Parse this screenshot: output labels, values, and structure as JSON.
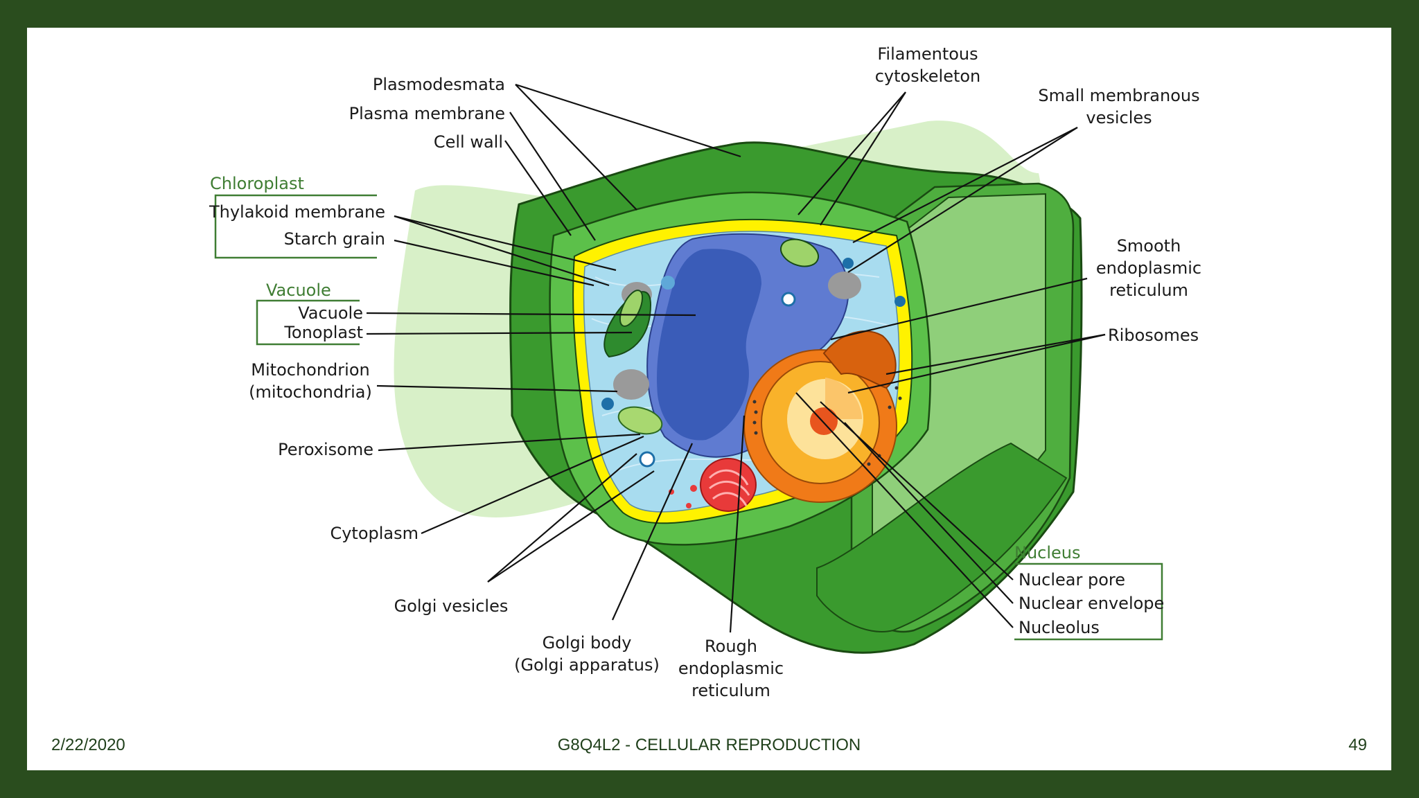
{
  "diagram": {
    "labels": {
      "plasmodesmata": "Plasmodesmata",
      "plasma_membrane": "Plasma membrane",
      "cell_wall": "Cell wall",
      "filamentous_1": "Filamentous",
      "filamentous_2": "cytoskeleton",
      "small_vesicles_1": "Small membranous",
      "small_vesicles_2": "vesicles",
      "thylakoid": "Thylakoid membrane",
      "starch": "Starch grain",
      "vacuole": "Vacuole",
      "tonoplast": "Tonoplast",
      "mito_1": "Mitochondrion",
      "mito_2": "(mitochondria)",
      "peroxisome": "Peroxisome",
      "cytoplasm": "Cytoplasm",
      "golgi_vesicles": "Golgi vesicles",
      "golgi_body_1": "Golgi body",
      "golgi_body_2": "(Golgi apparatus)",
      "rough_er_1": "Rough",
      "rough_er_2": "endoplasmic",
      "rough_er_3": "reticulum",
      "smooth_er_1": "Smooth",
      "smooth_er_2": "endoplasmic",
      "smooth_er_3": "reticulum",
      "ribosomes": "Ribosomes",
      "nuclear_pore": "Nuclear pore",
      "nuclear_envelope": "Nuclear envelope",
      "nucleolus": "Nucleolus"
    },
    "groups": {
      "chloroplast": "Chloroplast",
      "vacuole": "Vacuole",
      "nucleus": "Nucleus"
    }
  },
  "footer": {
    "date": "2/22/2020",
    "title": "G8Q4L2 - CELLULAR REPRODUCTION",
    "page": "49"
  },
  "colors": {
    "frame": "#2a4d1e",
    "cell_wall": "#3a9a2e",
    "cytoplasm": "#a8dcef",
    "vacuole": "#3a5cb8",
    "nucleus": "#f2a020",
    "group_label": "#3f7d33"
  }
}
